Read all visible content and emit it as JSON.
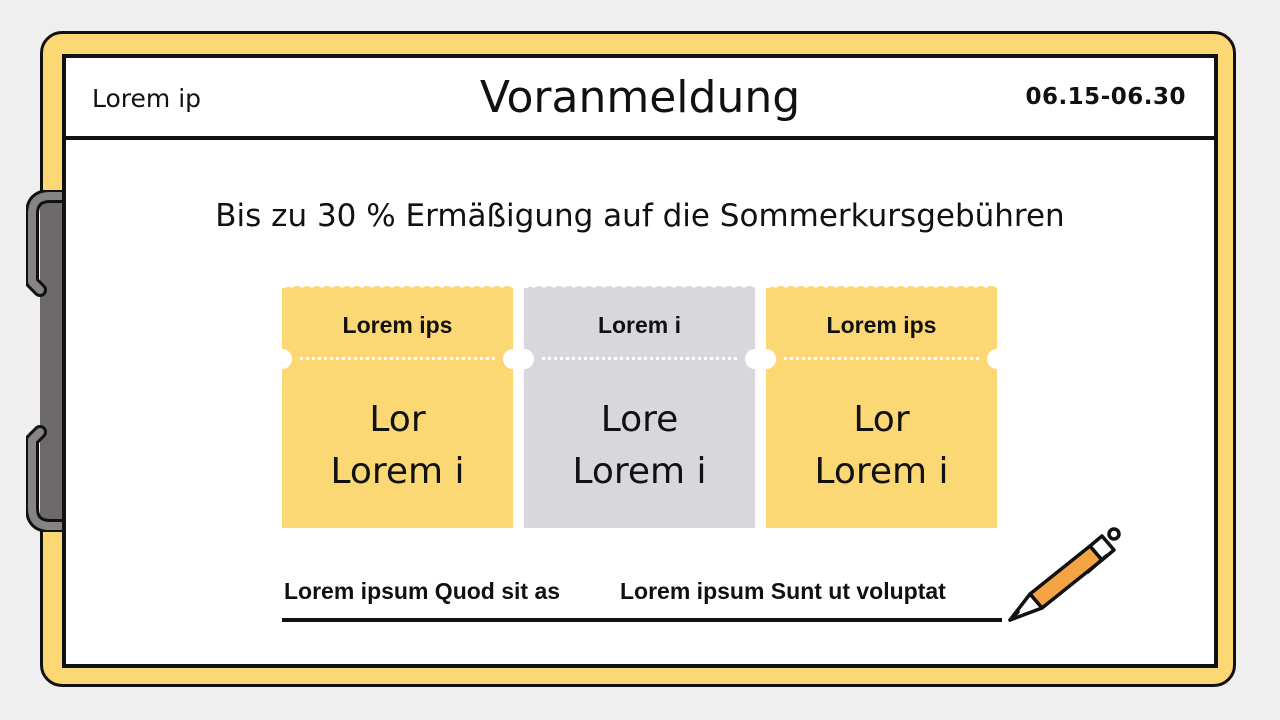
{
  "header": {
    "left_label": "Lorem ip",
    "title": "Voranmeldung",
    "date_range": "06.15-06.30"
  },
  "subtitle": "Bis zu 30 % Ermäßigung auf die Sommerkursgebühren",
  "tickets": [
    {
      "header": "Lorem ips",
      "line1": "Lor",
      "line2": "Lorem i",
      "color": "#fcd874"
    },
    {
      "header": "Lorem i",
      "line1": "Lore",
      "line2": "Lorem i",
      "color": "#d8d7db"
    },
    {
      "header": "Lorem ips",
      "line1": "Lor",
      "line2": "Lorem i",
      "color": "#fcd874"
    }
  ],
  "footer": {
    "left_text": "Lorem ipsum Quod sit as",
    "right_text": "Lorem ipsum Sunt ut voluptat"
  },
  "colors": {
    "board": "#fcd874",
    "ticket_gray": "#d8d7db",
    "pen_orange": "#f5a445",
    "clip_gray": "#6e6a6b"
  }
}
